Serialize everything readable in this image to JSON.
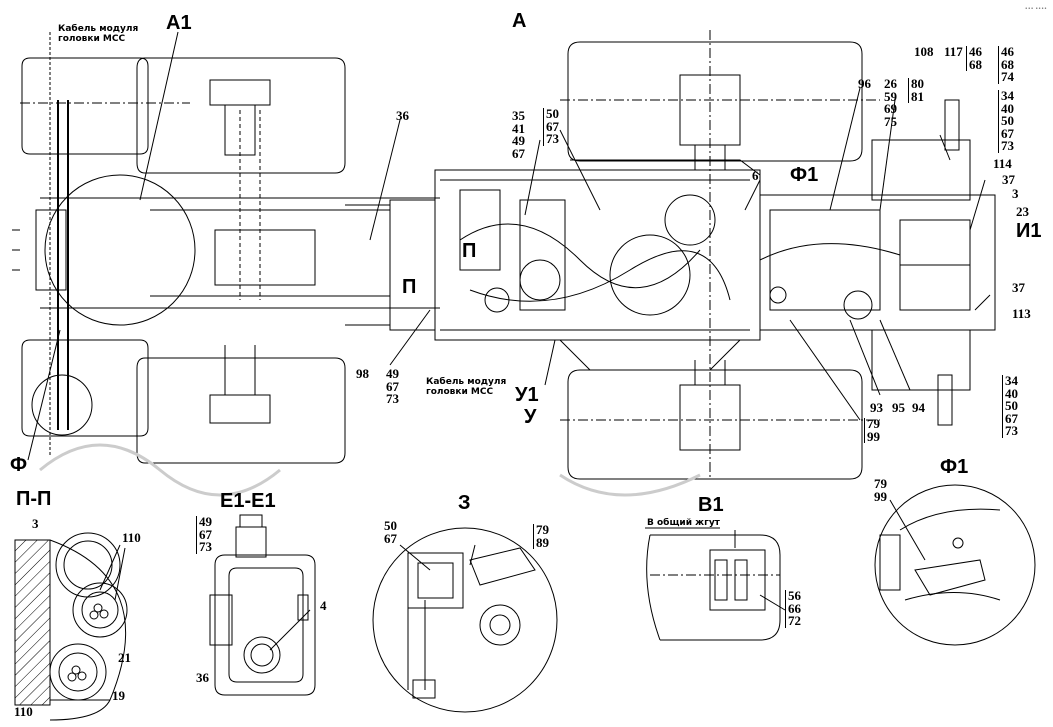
{
  "watermark": "••• ••••",
  "views": {
    "main_top": "A",
    "a1": "A1",
    "f": "Ф",
    "f1_main": "Ф1",
    "i1": "И1",
    "p_main": "П",
    "p_main2": "П",
    "u1": "У1",
    "u": "У",
    "pp": "П-П",
    "e1": "Е1-Е1",
    "z": "З",
    "v1": "В1",
    "f1_detail": "Ф1"
  },
  "notes": {
    "cable_top_line1": "Кабель модуля",
    "cable_top_line2": "головки МСС",
    "cable_mid_line1": "Кабель модуля",
    "cable_mid_line2": "головки МСС",
    "common_harness": "В общий жгут"
  },
  "callouts": {
    "c36_top": "36",
    "c35": "35",
    "c41": "41",
    "c49": "49",
    "c67": "67",
    "c50": "50",
    "c67b": "67",
    "c73": "73",
    "c6": "6",
    "c96": "96",
    "c26": "26",
    "c59": "59",
    "c69": "69",
    "c75": "75",
    "c80": "80",
    "c81": "81",
    "c108": "108",
    "c117": "117",
    "c46a": "46",
    "c68a": "68",
    "c46b": "46",
    "c68b": "68",
    "c74": "74",
    "c34a": "34",
    "c40a": "40",
    "c50a": "50",
    "c67a": "67",
    "c73a": "73",
    "c114": "114",
    "c37a": "37",
    "c3": "3",
    "c23": "23",
    "c37b": "37",
    "c113": "113",
    "c34b": "34",
    "c40b": "40",
    "c50b": "50",
    "c67c": "67",
    "c73b": "73",
    "c93": "93",
    "c95": "95",
    "c94": "94",
    "c79": "79",
    "c99": "99",
    "c98": "98",
    "c49b": "49",
    "c67d": "67",
    "c73c": "73",
    "pp_3": "3",
    "pp_110a": "110",
    "pp_21": "21",
    "pp_19": "19",
    "pp_110b": "110",
    "e1_49": "49",
    "e1_67": "67",
    "e1_73": "73",
    "e1_4": "4",
    "e1_36": "36",
    "z_50": "50",
    "z_67": "67",
    "z_79": "79",
    "z_89": "89",
    "v1_56": "56",
    "v1_66": "66",
    "v1_72": "72",
    "f1_79": "79",
    "f1_99": "99"
  }
}
